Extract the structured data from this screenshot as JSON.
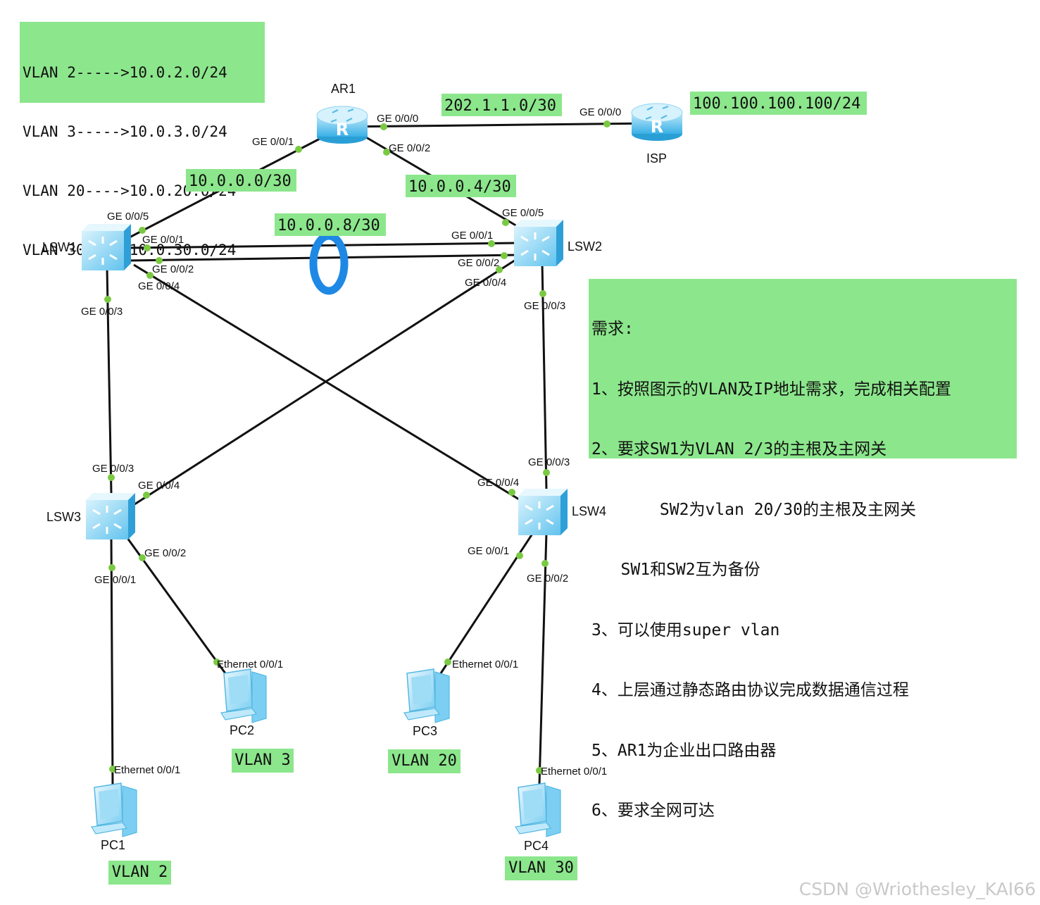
{
  "vlan_map": [
    "VLAN 2----->10.0.2.0/24",
    "VLAN 3----->10.0.3.0/24",
    "VLAN 20---->10.0.20.0/24",
    "VLAN 30---->10.0.30.0/24"
  ],
  "requirements": {
    "heading": "需求:",
    "items": [
      "1、按照图示的VLAN及IP地址需求，完成相关配置",
      "2、要求SW1为VLAN 2/3的主根及主网关",
      "       SW2为vlan 20/30的主根及主网关",
      "   SW1和SW2互为备份",
      "3、可以使用super vlan",
      "4、上层通过静态路由协议完成数据通信过程",
      "5、AR1为企业出口路由器",
      "6、要求全网可达"
    ]
  },
  "subnets": {
    "ar1_isp": "202.1.1.0/30",
    "isp_net": "100.100.100.100/24",
    "ar1_lsw1": "10.0.0.0/30",
    "ar1_lsw2": "10.0.0.4/30",
    "lsw1_lsw2": "10.0.0.8/30"
  },
  "devices": {
    "ar1": "AR1",
    "isp": "ISP",
    "lsw1": "LSW1",
    "lsw2": "LSW2",
    "lsw3": "LSW3",
    "lsw4": "LSW4",
    "pc1": "PC1",
    "pc2": "PC2",
    "pc3": "PC3",
    "pc4": "PC4"
  },
  "vlan_tags": {
    "pc1": "VLAN 2",
    "pc2": "VLAN 3",
    "pc3": "VLAN 20",
    "pc4": "VLAN 30"
  },
  "ports": {
    "ar1_g000": "GE 0/0/0",
    "isp_g000": "GE 0/0/0",
    "ar1_g001": "GE 0/0/1",
    "ar1_g002": "GE 0/0/2",
    "lsw1_g005": "GE 0/0/5",
    "lsw1_g001": "GE 0/0/1",
    "lsw1_g002": "GE 0/0/2",
    "lsw1_g004": "GE 0/0/4",
    "lsw1_g003": "GE 0/0/3",
    "lsw2_g005": "GE 0/0/5",
    "lsw2_g001": "GE 0/0/1",
    "lsw2_g002": "GE 0/0/2",
    "lsw2_g004": "GE 0/0/4",
    "lsw2_g003": "GE 0/0/3",
    "lsw3_g003": "GE 0/0/3",
    "lsw3_g004": "GE 0/0/4",
    "lsw3_g002": "GE 0/0/2",
    "lsw3_g001": "GE 0/0/1",
    "lsw4_g003": "GE 0/0/3",
    "lsw4_g004": "GE 0/0/4",
    "lsw4_g001": "GE 0/0/1",
    "lsw4_g002": "GE 0/0/2",
    "pc1_eth": "Ethernet 0/0/1",
    "pc2_eth": "Ethernet 0/0/1",
    "pc3_eth": "Ethernet 0/0/1",
    "pc4_eth": "Ethernet 0/0/1"
  },
  "watermark": "CSDN @Wriothesley_KAI66",
  "colors": {
    "note_bg": "#8ce68c",
    "link": "#111111",
    "port_dot": "#7ac943",
    "eth_trunk": "#1e88e5",
    "device": "#6cc7ef"
  }
}
